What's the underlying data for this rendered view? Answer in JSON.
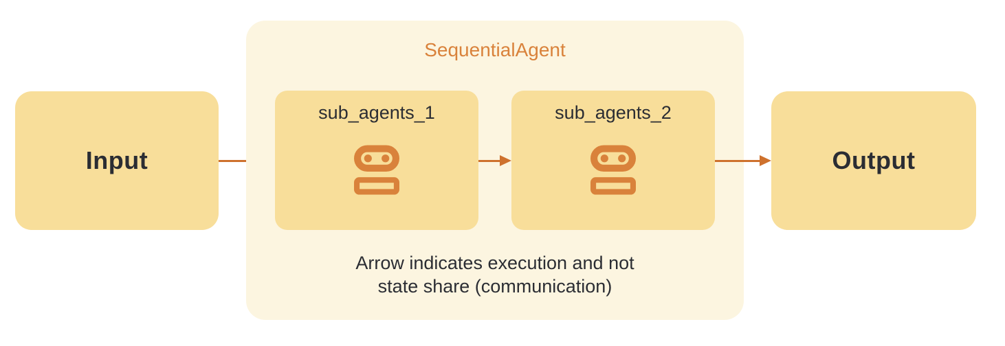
{
  "colors": {
    "canvas-bg": "#ffffff",
    "node-yellow": "#F8DE9A",
    "group-cream": "#FCF5E0",
    "accent-orange": "#D9823B",
    "arrow-orange": "#CE712D",
    "text-dark": "#2B2D33"
  },
  "nodes": {
    "input": {
      "label": "Input"
    },
    "output": {
      "label": "Output"
    }
  },
  "group": {
    "title": "SequentialAgent",
    "sub_agents": [
      {
        "label": "sub_agents_1",
        "icon": "robot-icon"
      },
      {
        "label": "sub_agents_2",
        "icon": "robot-icon"
      }
    ],
    "caption_lines": [
      "Arrow indicates execution and not",
      "state share (communication)"
    ]
  },
  "arrows": [
    {
      "from": "input",
      "to": "sub_agents_1"
    },
    {
      "from": "sub_agents_1",
      "to": "sub_agents_2"
    },
    {
      "from": "sub_agents_2",
      "to": "output"
    }
  ]
}
